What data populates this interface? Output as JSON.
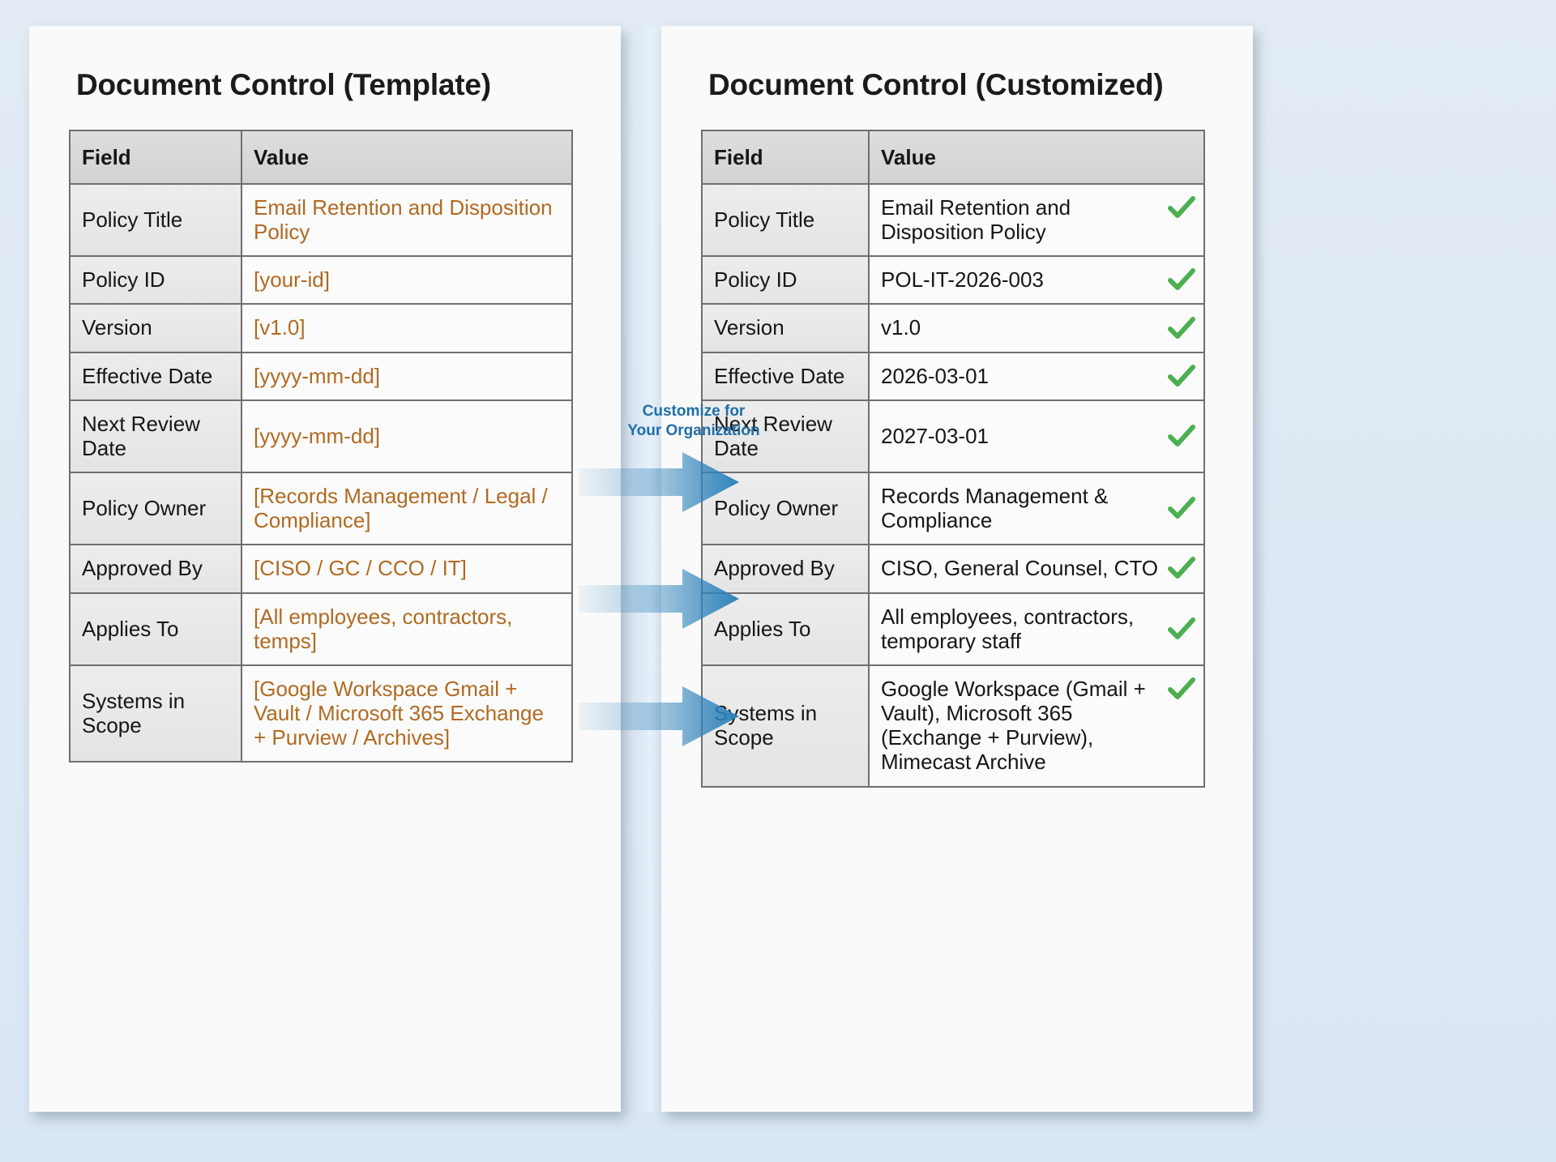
{
  "left_panel": {
    "title": "Document Control (Template)",
    "columns": [
      "Field",
      "Value"
    ],
    "rows": [
      {
        "field": "Policy Title",
        "value": "Email Retention and Disposition Policy"
      },
      {
        "field": "Policy ID",
        "value": "[your-id]"
      },
      {
        "field": "Version",
        "value": "[v1.0]"
      },
      {
        "field": "Effective Date",
        "value": "[yyyy-mm-dd]"
      },
      {
        "field": "Next Review Date",
        "value": "[yyyy-mm-dd]"
      },
      {
        "field": "Policy Owner",
        "value": "[Records Management / Legal / Compliance]"
      },
      {
        "field": "Approved By",
        "value": "[CISO / GC / CCO / IT]"
      },
      {
        "field": "Applies To",
        "value": "[All employees, contractors, temps]"
      },
      {
        "field": "Systems in Scope",
        "value": "[Google Workspace Gmail + Vault / Microsoft 365 Exchange + Purview / Archives]"
      }
    ]
  },
  "right_panel": {
    "title": "Document Control (Customized)",
    "columns": [
      "Field",
      "Value"
    ],
    "rows": [
      {
        "field": "Policy Title",
        "value": "Email Retention and Disposition Policy",
        "status": "check"
      },
      {
        "field": "Policy ID",
        "value": "POL-IT-2026-003",
        "status": "check"
      },
      {
        "field": "Version",
        "value": "v1.0",
        "status": "check"
      },
      {
        "field": "Effective Date",
        "value": "2026-03-01",
        "status": "check"
      },
      {
        "field": "Next Review Date",
        "value": "2027-03-01",
        "status": "check"
      },
      {
        "field": "Policy Owner",
        "value": "Records Management & Compliance",
        "status": "check"
      },
      {
        "field": "Approved By",
        "value": "CISO, General Counsel, CTO",
        "status": "check"
      },
      {
        "field": "Applies To",
        "value": "All employees, contractors, temporary staff",
        "status": "check"
      },
      {
        "field": "Systems in Scope",
        "value": "Google Workspace (Gmail + Vault), Microsoft 365 (Exchange + Purview), Mimecast Archive",
        "status": "check"
      }
    ]
  },
  "annotation": {
    "label_line_1": "Customize for",
    "label_line_2": "Your Organization",
    "arrow_count": 3
  },
  "colors": {
    "page_background": "#dfe9f3",
    "card_background": "#fafafa",
    "table_border": "#6f6f6f",
    "header_fill": "#d8d8d8",
    "field_fill": "#e9e9e9",
    "placeholder_text": "#b06a22",
    "value_text": "#161616",
    "check_green": "#4caf50",
    "arrow_blue": "#2f83bb",
    "annotation_text": "#1f6ea8"
  }
}
